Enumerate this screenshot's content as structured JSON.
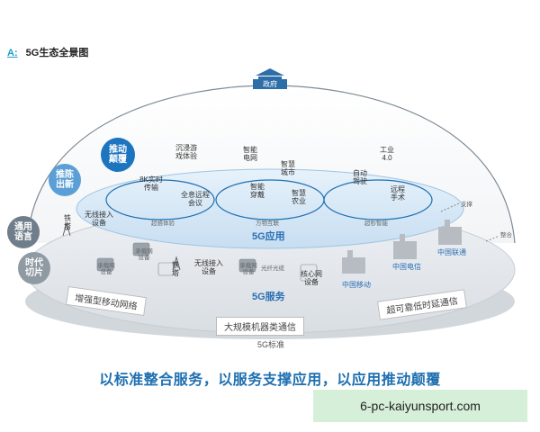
{
  "header": {
    "letter": "A:",
    "title": "5G生态全景图"
  },
  "government": "政府",
  "tags": [
    {
      "text": "推动颠覆",
      "color": "#1d75bf"
    },
    {
      "text": "推陈出新",
      "color": "#5b9fd6"
    },
    {
      "text": "通用语言",
      "color": "#6f7e8a"
    },
    {
      "text": "时代切片",
      "color": "#8f9aa3"
    }
  ],
  "app_items": {
    "immersive": "沉浸游戏体验",
    "grid": "智能电网",
    "city": "智慧城市",
    "industry": "工业4.0",
    "video8k": "8K实时传输",
    "holo": "全息远程会议",
    "wear": "智能穿戴",
    "agri": "智慧农业",
    "drive": "自动驾驶",
    "surgery": "远程手术",
    "zone1": "超感体验",
    "zone2": "万物互联",
    "zone3": "超秒智能"
  },
  "layers": {
    "app": "5G应用",
    "service": "5G服务",
    "standard": "5G标准",
    "support": "支撑",
    "integrate": "整合"
  },
  "service_items": {
    "tower1": "铁塔",
    "wireless1": "无线接入设备",
    "carrier1": "承载网设备",
    "carrier2": "承载网设备",
    "tower2": "铁塔",
    "wireless2": "无线接入设备",
    "carrier3": "承载网设备",
    "optical": "光纤光缆",
    "core": "核心网设备"
  },
  "operators": {
    "mobile": "中国移动",
    "telecom": "中国电信",
    "unicom": "中国联通"
  },
  "standards": {
    "embb": "增强型移动网络",
    "mmtc": "大规模机器类通信",
    "urllc": "超可靠低时延通信"
  },
  "slogan": "以标准整合服务，以服务支撑应用，以应用推动颠覆",
  "watermark": "6-pc-kaiyunsport.com",
  "colors": {
    "accent": "#1e6fb0",
    "deep": "#1d75bf",
    "ring": "#cfe4f3",
    "ground": "#e4e7ea"
  }
}
